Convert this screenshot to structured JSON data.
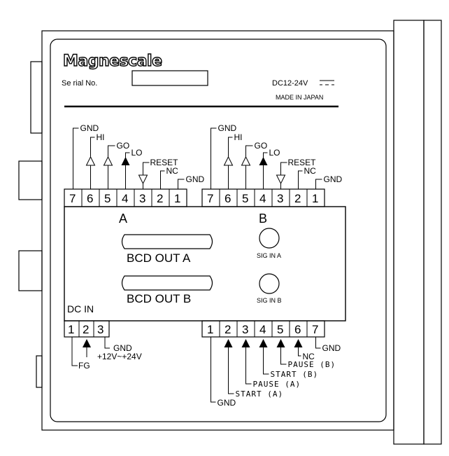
{
  "brand": {
    "logo": "Magnescale"
  },
  "header": {
    "serial_label": "Se rial No.",
    "power_rating": "DC12-24V",
    "origin": "MADE IN JAPAN"
  },
  "connector_a": {
    "pins": [
      "7",
      "6",
      "5",
      "4",
      "3",
      "2",
      "1"
    ],
    "signals": {
      "gnd_top": "GND",
      "hi": "HI",
      "go": "GO",
      "lo": "LO",
      "reset": "RESET",
      "nc": "NC",
      "gnd_right": "GND"
    }
  },
  "connector_b": {
    "pins": [
      "7",
      "6",
      "5",
      "4",
      "3",
      "2",
      "1"
    ],
    "signals": {
      "gnd_top": "GND",
      "hi": "HI",
      "go": "GO",
      "lo": "LO",
      "reset": "RESET",
      "nc": "NC",
      "gnd_right": "GND"
    }
  },
  "section_a": "A",
  "section_b": "B",
  "ports": {
    "bcd_out_a": "BCD OUT A",
    "bcd_out_b": "BCD OUT B",
    "sig_in_a": "SIG IN A",
    "sig_in_b": "SIG IN B"
  },
  "dc_in": {
    "title": "DC  IN",
    "pins": [
      "1",
      "2",
      "3"
    ],
    "labels": {
      "fg": "FG",
      "voltage": "+12V~+24V",
      "gnd": "GND"
    }
  },
  "control": {
    "pins": [
      "1",
      "2",
      "3",
      "4",
      "5",
      "6",
      "7"
    ],
    "labels": {
      "gnd_bottom": "GND",
      "start_a": "START (A)",
      "pause_a": "PAUSE (A)",
      "start_b": "START (B)",
      "pause_b": "PAUSE (B)",
      "nc": "NC",
      "gnd_right": "GND"
    }
  }
}
